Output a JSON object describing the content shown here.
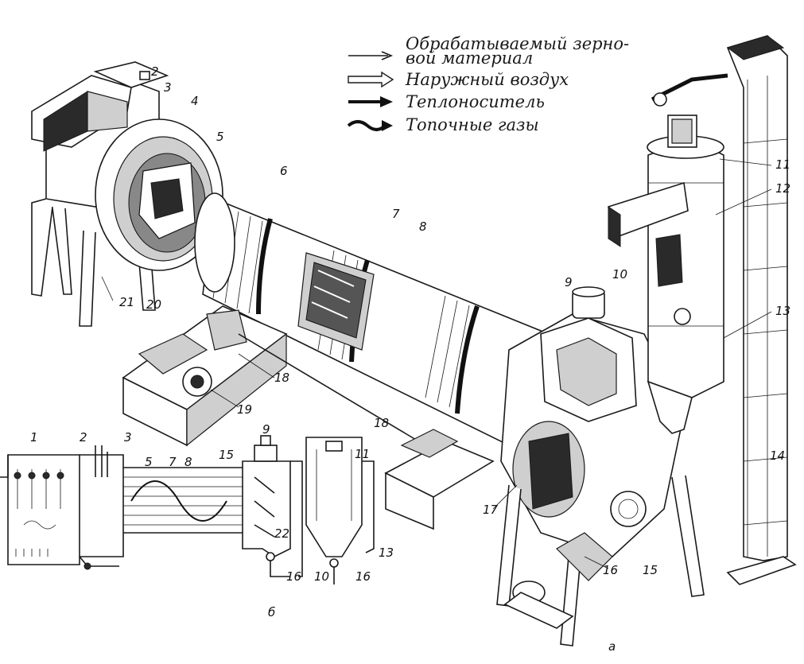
{
  "legend": [
    {
      "text_1": "Обрабатываемый зерно-",
      "text_2": "вой материал",
      "arrow": "thin-arrow-icon"
    },
    {
      "text_1": "Наружный воздух",
      "arrow": "hollow-arrow-icon"
    },
    {
      "text_1": "Теплоноситель",
      "arrow": "bold-arrow-icon"
    },
    {
      "text_1": "Топочные газы",
      "arrow": "wavy-arrow-icon"
    }
  ],
  "labels_main": [
    "2",
    "3",
    "4",
    "5",
    "6",
    "7",
    "8",
    "9",
    "10",
    "11",
    "12",
    "13",
    "14",
    "15",
    "16",
    "17",
    "18",
    "18",
    "19",
    "20",
    "21"
  ],
  "labels_scheme_b": [
    "1",
    "2",
    "3",
    "5",
    "7",
    "8",
    "9",
    "15",
    "22",
    "16"
  ],
  "labels_scheme_c": [
    "11",
    "13",
    "10",
    "16"
  ],
  "panel_a": "а",
  "panel_b": "б"
}
